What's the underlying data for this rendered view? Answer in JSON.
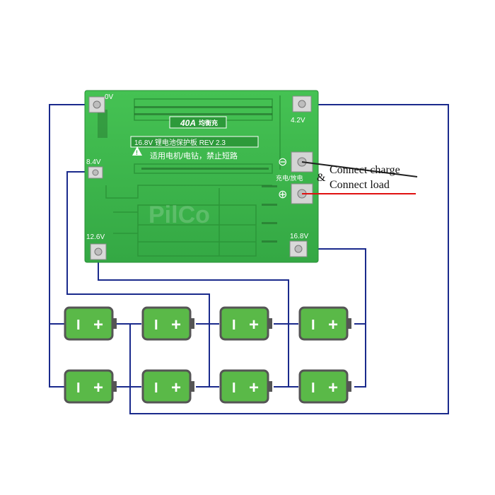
{
  "board": {
    "current_rating": "40A",
    "balance_label": "均衡充",
    "title": "16.8V 锂电池保护板 REV 2.3",
    "warning": "适用电机/电钻，禁止短路",
    "port_label": "充电/放电",
    "watermark": "PilCo",
    "terminals": {
      "b0": "0V",
      "b1": "4.2V",
      "b2": "8.4V",
      "b3": "12.6V",
      "b4": "16.8V"
    },
    "minus_symbol": "⊖",
    "plus_symbol": "⊕"
  },
  "annotations": {
    "connector": "&",
    "line1": "Connect charge",
    "line2": "Connect load"
  },
  "battery": {
    "minus_glyph": "I",
    "plus_glyph": "+"
  },
  "colors": {
    "wire": "#1a2a8c",
    "pcb": "#3cb54a",
    "pcb_dark": "#2e9a3c",
    "battery_body": "#5ab948",
    "battery_border": "#555555",
    "charge_line": "#222222",
    "load_line": "#e01010"
  }
}
